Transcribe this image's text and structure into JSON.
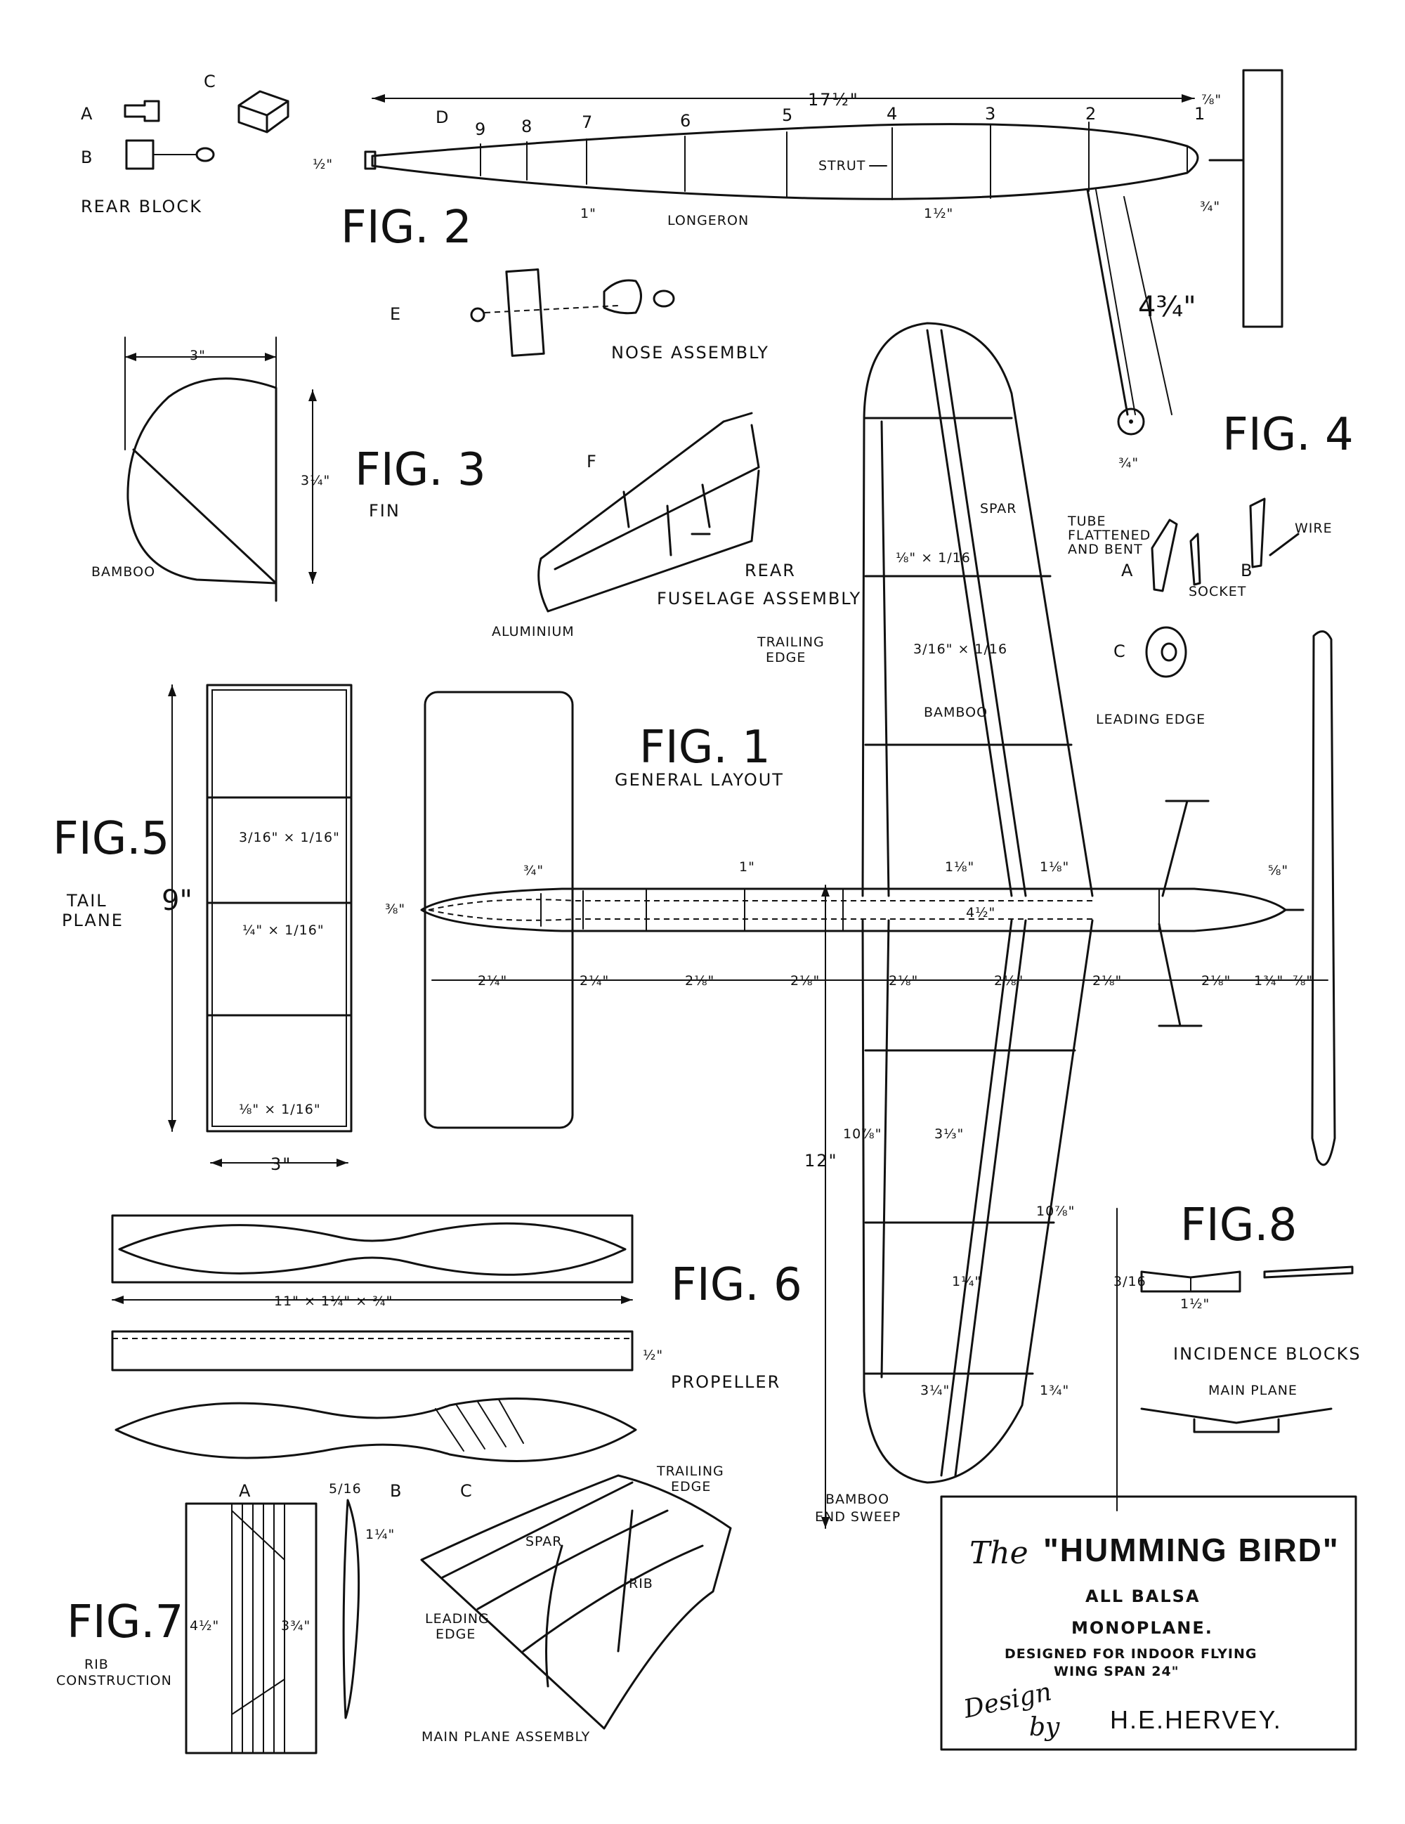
{
  "figures": {
    "fig1": {
      "title": "FIG. 1",
      "caption": "GENERAL LAYOUT"
    },
    "fig2": {
      "title": "FIG. 2"
    },
    "fig3": {
      "title": "FIG. 3",
      "caption": "FIN"
    },
    "fig4": {
      "title": "FIG. 4"
    },
    "fig5": {
      "title": "FIG.5",
      "caption_line1": "TAIL",
      "caption_line2": "PLANE"
    },
    "fig6": {
      "title": "FIG. 6",
      "caption": "PROPELLER"
    },
    "fig7": {
      "title": "FIG.7",
      "caption_line1": "RIB",
      "caption_line2": "CONSTRUCTION"
    },
    "fig8": {
      "title": "FIG.8",
      "caption": "INCIDENCE BLOCKS"
    }
  },
  "fig2_labels": {
    "part_a": "A",
    "part_b": "B",
    "part_c": "C",
    "part_d": "D",
    "part_e": "E",
    "rear_block": "REAR BLOCK",
    "nose_assembly": "NOSE ASSEMBLY",
    "strut": "STRUT",
    "longeron": "LONGERON",
    "stations": [
      "9",
      "8",
      "7",
      "6",
      "5",
      "4",
      "3",
      "2",
      "1"
    ],
    "dim_length": "17½\"",
    "dim_nose_gap": "⅞\"",
    "dim_tail_depth": "½\"",
    "dim_depth_7": "1\"",
    "dim_depth_4": "1½\"",
    "dim_nose_depth": "¾\"",
    "dim_gear": "4¾\"",
    "dim_wheel": "¾\""
  },
  "fig3_labels": {
    "dim_width": "3\"",
    "dim_height": "3¼\"",
    "bamboo": "BAMBOO"
  },
  "fig_f_labels": {
    "letter": "F",
    "rear_line1": "REAR",
    "rear_line2": "FUSELAGE ASSEMBLY",
    "aluminium": "ALUMINIUM"
  },
  "fig4_labels": {
    "a": "A",
    "b": "B",
    "c": "C",
    "tube_line1": "TUBE",
    "tube_line2": "FLATTENED",
    "tube_line3": "AND BENT",
    "socket": "SOCKET",
    "wire": "WIRE"
  },
  "wing_labels": {
    "spar": "SPAR",
    "trailing_edge_1": "TRAILING",
    "trailing_edge_2": "EDGE",
    "leading_edge": "LEADING EDGE",
    "bamboo": "BAMBOO",
    "spar_section": "⅛\" × 1/16",
    "edge_section": "3/16\" × 1/16",
    "bamboo_end_1": "BAMBOO",
    "bamboo_end_2": "END SWEEP",
    "dim_12": "12\"",
    "dim_10_left": "10⅞\"",
    "dim_10_right": "10⅞\"",
    "dim_3_3": "3⅓\"",
    "dim_1_4": "1¼\"",
    "dim_3_4": "3¼\"",
    "dim_1_3_4": "1¾\""
  },
  "fuselage_labels": {
    "dim_3_4": "¾\"",
    "dim_3_8": "⅜\"",
    "dim_1": "1\"",
    "dim_1_8a": "1⅛\"",
    "dim_1_8b": "1⅛\"",
    "dim_5_8": "⅝\"",
    "dim_4_5": "4½\"",
    "spacings": [
      "2¼\"",
      "2¼\"",
      "2⅛\"",
      "2⅛\"",
      "2⅛\"",
      "2⅛\"",
      "2⅛\"",
      "2⅛\"",
      "1¾\"",
      "⅞\""
    ]
  },
  "fig5_labels": {
    "dim_9": "9\"",
    "dim_3": "3\"",
    "section_1": "3/16\" × 1/16\"",
    "section_2": "¼\" × 1/16\"",
    "section_3": "⅛\" × 1/16\""
  },
  "fig6_labels": {
    "dims": "11\" × 1¼\" × ¾\"",
    "thickness": "½\""
  },
  "fig7_labels": {
    "a": "A",
    "b": "B",
    "c": "C",
    "dim_4_half": "4½\"",
    "dim_3_3_4": "3¾\"",
    "dim_5_16": "5/16",
    "dim_1_4": "1¼\"",
    "spar": "SPAR",
    "rib": "RIB",
    "trailing_1": "TRAILING",
    "trailing_2": "EDGE",
    "leading_1": "LEADING",
    "leading_2": "EDGE",
    "main_plane": "MAIN PLANE ASSEMBLY"
  },
  "fig8_labels": {
    "dim_3_16": "3/16",
    "dim_1_half": "1½\"",
    "main_plane": "MAIN PLANE"
  },
  "title_block": {
    "the": "The",
    "name": "\"HUMMING BIRD\"",
    "line1": "ALL BALSA",
    "line2": "MONOPLANE.",
    "line3": "DESIGNED FOR INDOOR FLYING",
    "line4": "WING SPAN 24\"",
    "design": "Design",
    "by": "by",
    "designer": "H.E.HERVEY."
  }
}
